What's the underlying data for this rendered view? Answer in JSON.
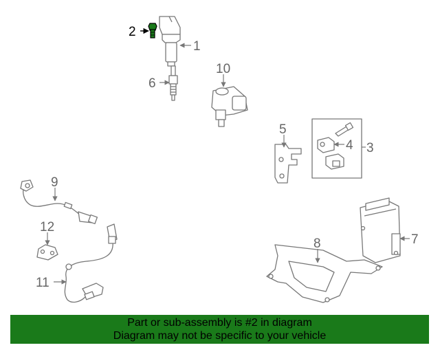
{
  "callouts": {
    "c1": "1",
    "c2": "2",
    "c3": "3",
    "c4": "4",
    "c5": "5",
    "c6": "6",
    "c7": "7",
    "c8": "8",
    "c9": "9",
    "c10": "10",
    "c11": "11",
    "c12": "12"
  },
  "highlight_color": "#1a7a1a",
  "banner": {
    "line1": "Part or sub-assembly is #2 in diagram",
    "line2": "Diagram may not be specific to your vehicle"
  }
}
